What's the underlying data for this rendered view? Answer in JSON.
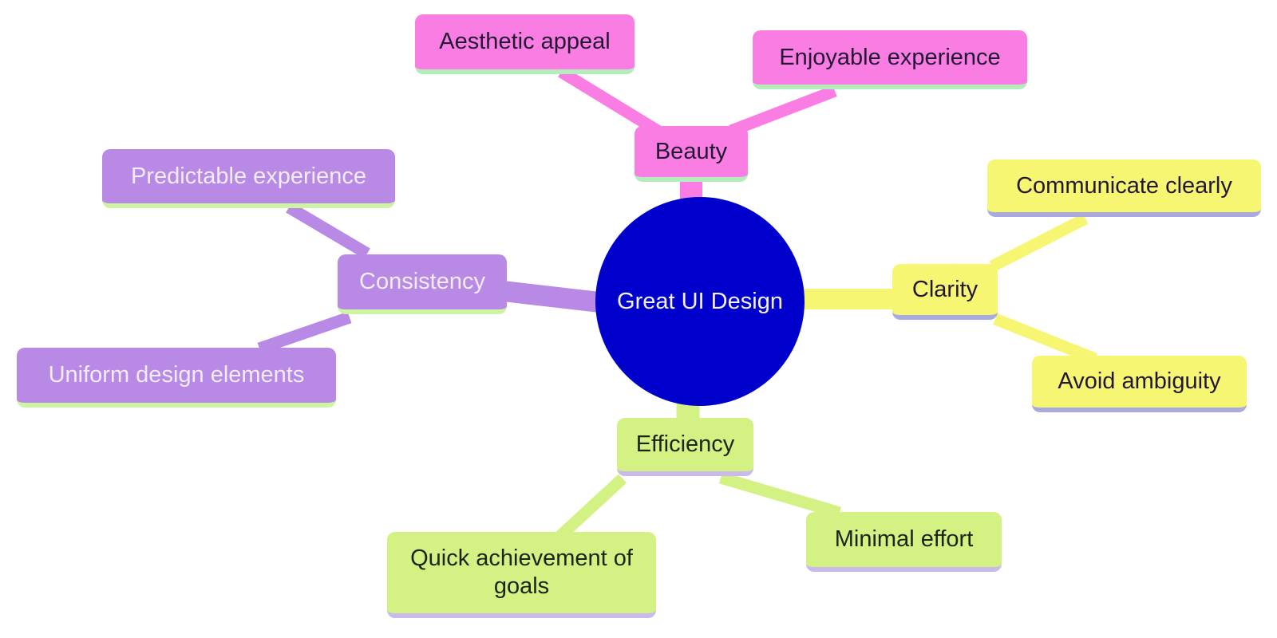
{
  "mindmap": {
    "root": {
      "label": "Great UI Design",
      "fill": "#0000cd",
      "text_color": "#f4f1fb"
    },
    "branches": [
      {
        "label": "Beauty",
        "fill": "#fa7de3",
        "underline_color": "#b4edbc",
        "text_color": "#231733",
        "children": [
          {
            "label": "Aesthetic appeal"
          },
          {
            "label": "Enjoyable experience"
          }
        ]
      },
      {
        "label": "Clarity",
        "fill": "#f6f673",
        "underline_color": "#a9abde",
        "text_color": "#231733",
        "children": [
          {
            "label": "Communicate clearly"
          },
          {
            "label": "Avoid ambiguity"
          }
        ]
      },
      {
        "label": "Consistency",
        "fill": "#b88ae6",
        "underline_color": "#cdf4a3",
        "text_color": "#f2ecf8",
        "children": [
          {
            "label": "Predictable experience"
          },
          {
            "label": "Uniform design elements"
          }
        ]
      },
      {
        "label": "Efficiency",
        "fill": "#d4f183",
        "underline_color": "#c9b9ec",
        "text_color": "#1c2415",
        "children": [
          {
            "label": "Quick achievement of goals"
          },
          {
            "label": "Minimal effort"
          }
        ]
      }
    ]
  }
}
